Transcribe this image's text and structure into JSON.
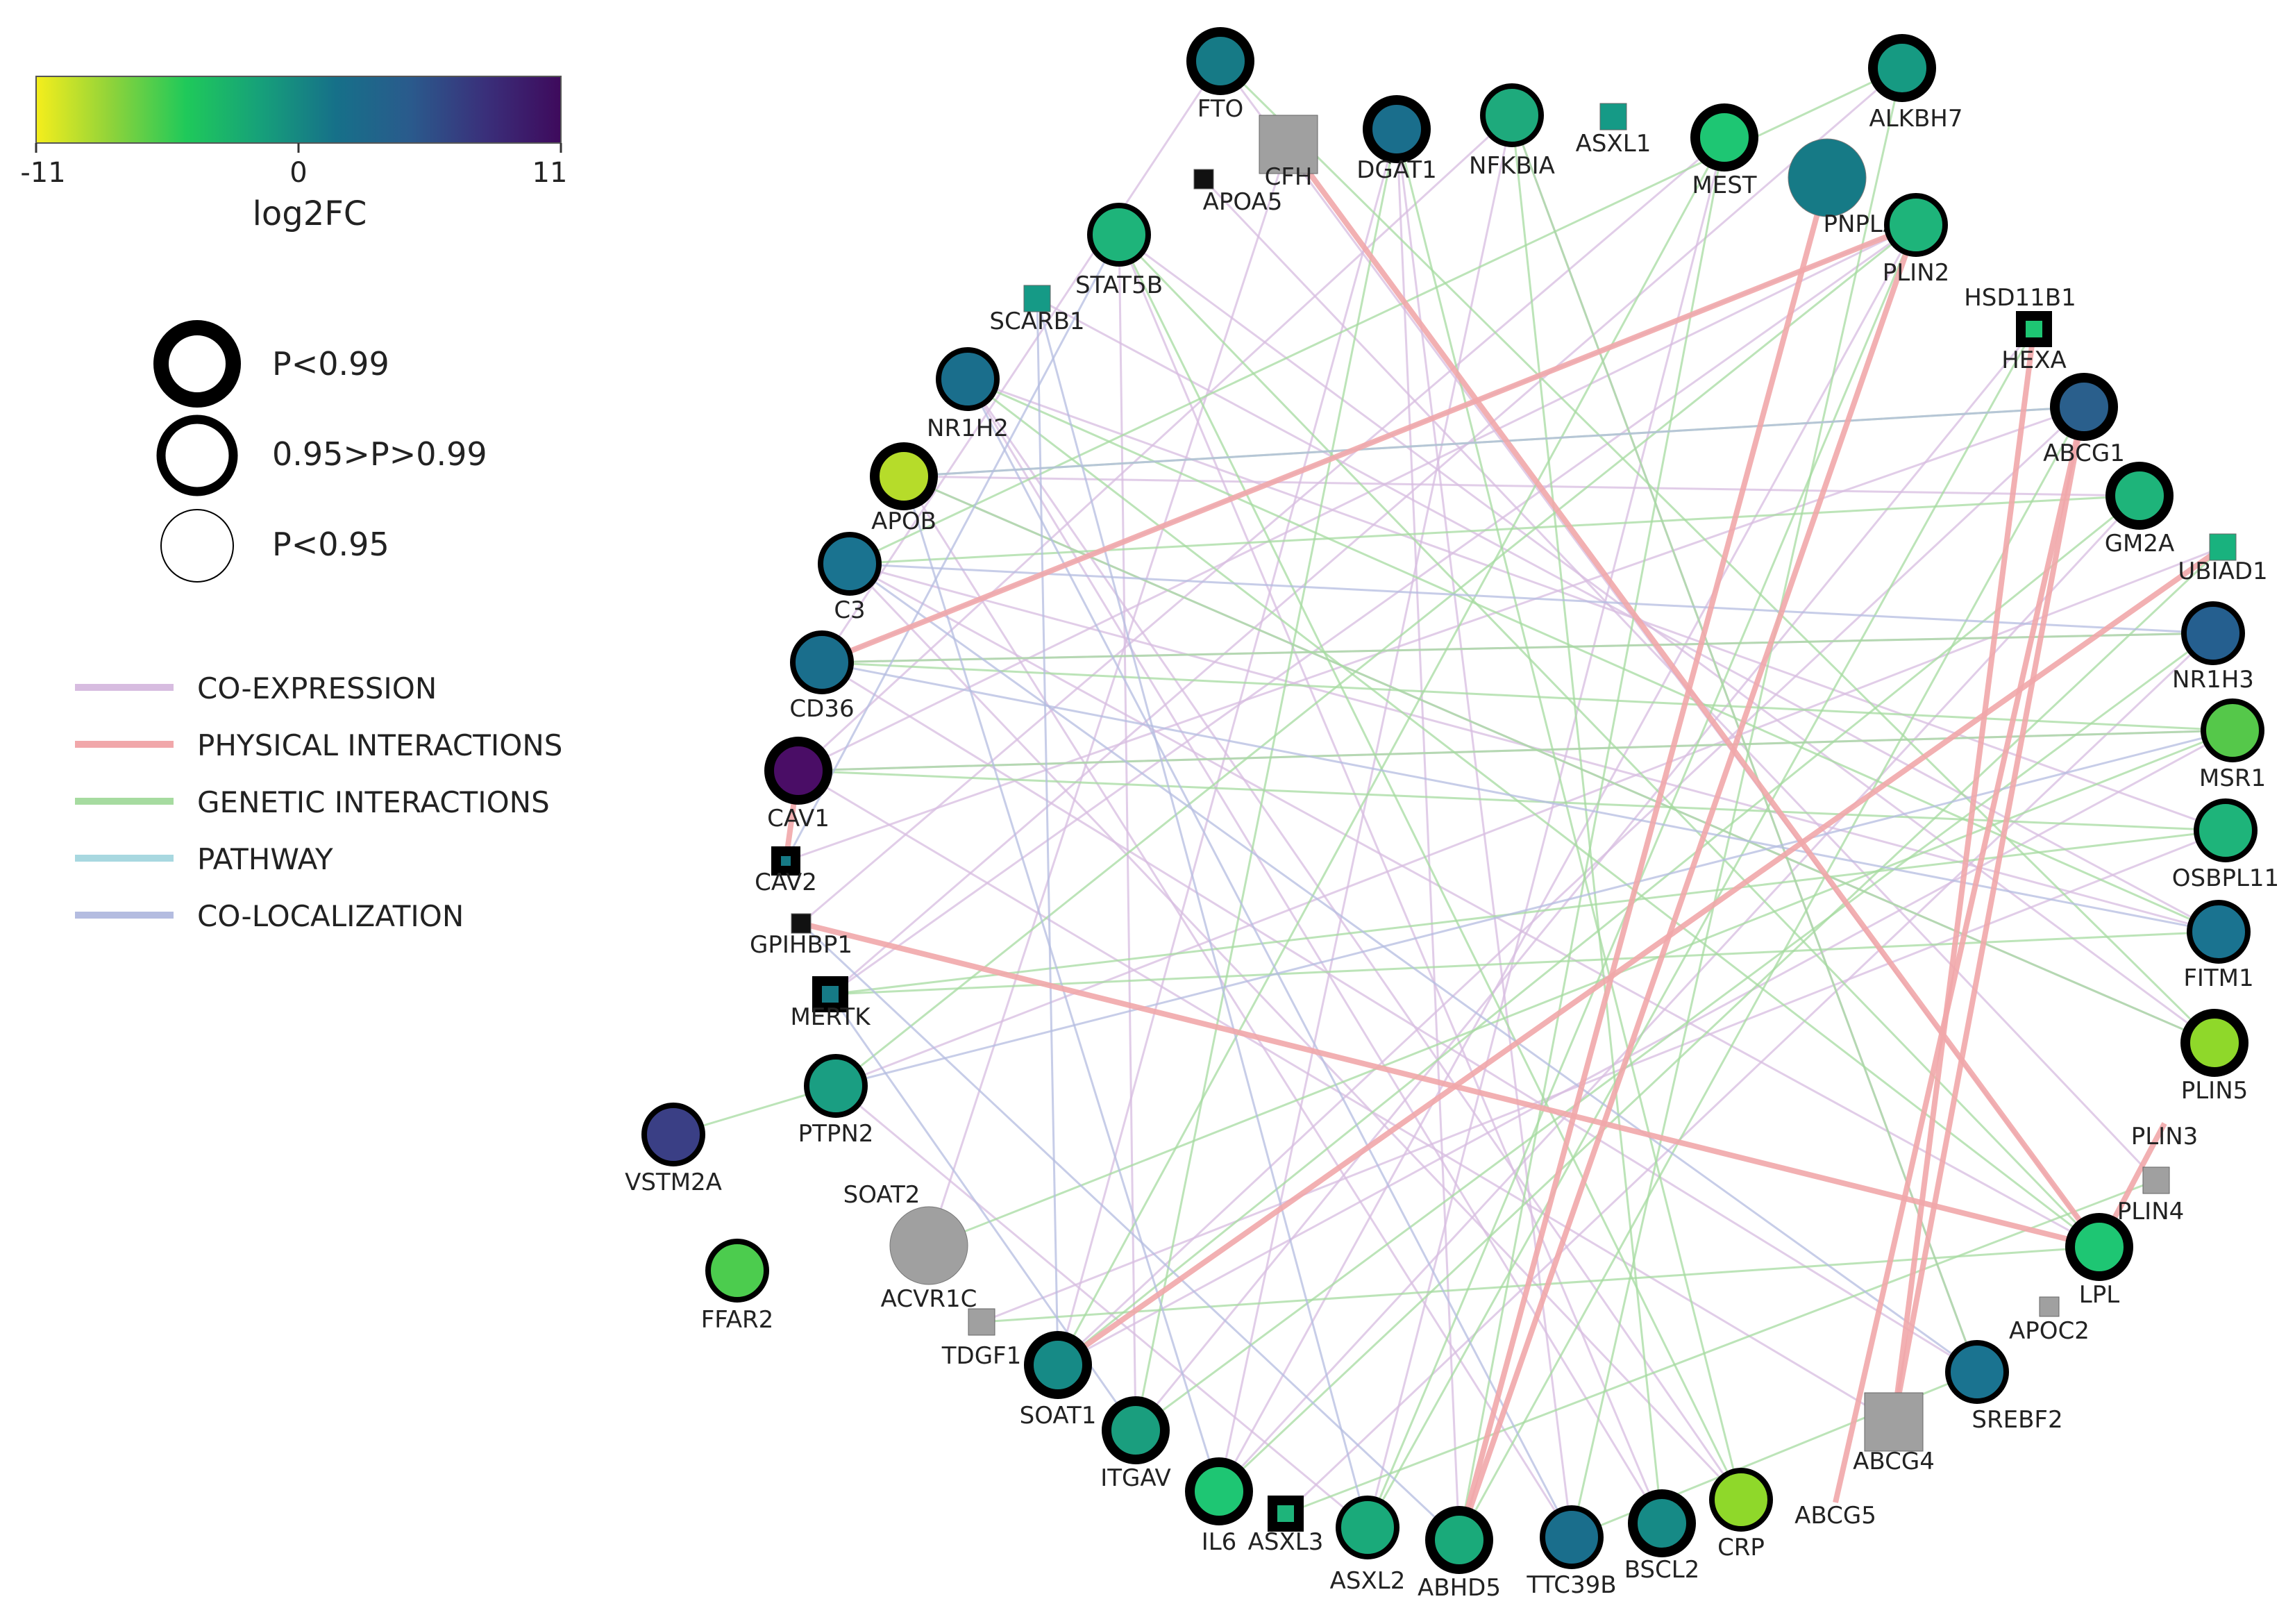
{
  "colorbar": {
    "min_label": "-11",
    "mid_label": "0",
    "max_label": "11",
    "title": "log2FC",
    "stops": [
      "#f5ee1c",
      "#8fd33a",
      "#1fc95a",
      "#16a07a",
      "#167089",
      "#2a5a8c",
      "#3a2f7a",
      "#3e0a5c"
    ]
  },
  "legend": {
    "significance": [
      {
        "label": "P<0.99",
        "weight": "thick"
      },
      {
        "label": "0.95>P>0.99",
        "weight": "medium"
      },
      {
        "label": "P<0.95",
        "weight": "thin"
      }
    ],
    "edges": [
      {
        "label": "CO-EXPRESSION",
        "color": "#d7bce0"
      },
      {
        "label": "PHYSICAL INTERACTIONS",
        "color": "#f1a7aa"
      },
      {
        "label": "GENETIC INTERACTIONS",
        "color": "#a6dba0"
      },
      {
        "label": "PATHWAY",
        "color": "#a8d8e0"
      },
      {
        "label": "CO-LOCALIZATION",
        "color": "#b4bce0"
      }
    ]
  },
  "nodes": [
    {
      "id": "FTO",
      "shape": "circle",
      "size": "medium",
      "ring": "thick",
      "fill": "#167a86"
    },
    {
      "id": "CFH",
      "shape": "square",
      "size": "medium",
      "ring": "none",
      "fill": "#a0a0a0"
    },
    {
      "id": "DGAT1",
      "shape": "circle",
      "size": "medium",
      "ring": "thick",
      "fill": "#1a6e8c"
    },
    {
      "id": "NFKBIA",
      "shape": "circle",
      "size": "medium",
      "ring": "medium",
      "fill": "#1eaa7c"
    },
    {
      "id": "ASXL1",
      "shape": "square",
      "size": "small",
      "ring": "none",
      "fill": "#159a86"
    },
    {
      "id": "MEST",
      "shape": "circle",
      "size": "medium",
      "ring": "thick",
      "fill": "#1ec673"
    },
    {
      "id": "PNPLA2",
      "shape": "circle",
      "size": "large",
      "ring": "none",
      "fill": "#167a86"
    },
    {
      "id": "ALKBH7",
      "shape": "circle",
      "size": "medium",
      "ring": "thick",
      "fill": "#169a82"
    },
    {
      "id": "APOA5",
      "shape": "square",
      "size": "tiny",
      "ring": "none",
      "fill": "#111111"
    },
    {
      "id": "STAT5B",
      "shape": "circle",
      "size": "medium",
      "ring": "medium",
      "fill": "#1eb47a"
    },
    {
      "id": "PLIN2",
      "shape": "circle",
      "size": "medium",
      "ring": "medium",
      "fill": "#1eb47a"
    },
    {
      "id": "SCARB1",
      "shape": "square",
      "size": "small",
      "ring": "none",
      "fill": "#159a86"
    },
    {
      "id": "HSD11B1",
      "shape": "square",
      "size": "small",
      "ring": "thick",
      "fill": "#1ec673"
    },
    {
      "id": "HEXA",
      "shape": "label",
      "size": "none",
      "ring": "none",
      "fill": "#ffffff"
    },
    {
      "id": "NR1H2",
      "shape": "circle",
      "size": "medium",
      "ring": "medium",
      "fill": "#1a6e8c"
    },
    {
      "id": "ABCG1",
      "shape": "circle",
      "size": "medium",
      "ring": "thick",
      "fill": "#2a5f8c"
    },
    {
      "id": "APOB",
      "shape": "circle",
      "size": "medium",
      "ring": "thick",
      "fill": "#b6dc2a"
    },
    {
      "id": "GM2A",
      "shape": "circle",
      "size": "medium",
      "ring": "thick",
      "fill": "#1eb47a"
    },
    {
      "id": "UBIAD1",
      "shape": "square",
      "size": "small",
      "ring": "none",
      "fill": "#19b27e"
    },
    {
      "id": "C3",
      "shape": "circle",
      "size": "medium",
      "ring": "medium",
      "fill": "#1a7390"
    },
    {
      "id": "NR1H3",
      "shape": "circle",
      "size": "medium",
      "ring": "medium",
      "fill": "#255f8f"
    },
    {
      "id": "CD36",
      "shape": "circle",
      "size": "medium",
      "ring": "medium",
      "fill": "#1a6e8c"
    },
    {
      "id": "MSR1",
      "shape": "circle",
      "size": "medium",
      "ring": "medium",
      "fill": "#55c84a"
    },
    {
      "id": "CAV1",
      "shape": "circle",
      "size": "medium",
      "ring": "thick",
      "fill": "#4a0d66"
    },
    {
      "id": "OSBPL11",
      "shape": "circle",
      "size": "medium",
      "ring": "medium",
      "fill": "#1eb47a"
    },
    {
      "id": "CAV2",
      "shape": "square",
      "size": "tiny",
      "ring": "thick",
      "fill": "#167a86"
    },
    {
      "id": "FITM1",
      "shape": "circle",
      "size": "medium",
      "ring": "medium",
      "fill": "#1a7390"
    },
    {
      "id": "GPIHBP1",
      "shape": "square",
      "size": "tiny",
      "ring": "none",
      "fill": "#111111"
    },
    {
      "id": "MERTK",
      "shape": "square",
      "size": "small",
      "ring": "thick",
      "fill": "#167a86"
    },
    {
      "id": "PLIN5",
      "shape": "circle",
      "size": "medium",
      "ring": "thick",
      "fill": "#8fd82a"
    },
    {
      "id": "PTPN2",
      "shape": "circle",
      "size": "medium",
      "ring": "medium",
      "fill": "#1a9e82"
    },
    {
      "id": "VSTM2A",
      "shape": "circle",
      "size": "medium",
      "ring": "medium",
      "fill": "#3a3f85"
    },
    {
      "id": "PLIN3",
      "shape": "label",
      "size": "none",
      "ring": "none",
      "fill": "#ffffff"
    },
    {
      "id": "PLIN4",
      "shape": "square",
      "size": "small",
      "ring": "none",
      "fill": "#a0a0a0"
    },
    {
      "id": "SOAT2",
      "shape": "label",
      "size": "none",
      "ring": "none",
      "fill": "#ffffff"
    },
    {
      "id": "ACVR1C",
      "shape": "circle",
      "size": "large",
      "ring": "none",
      "fill": "#a0a0a0"
    },
    {
      "id": "LPL",
      "shape": "circle",
      "size": "medium",
      "ring": "thick",
      "fill": "#1ec673"
    },
    {
      "id": "FFAR2",
      "shape": "circle",
      "size": "medium",
      "ring": "medium",
      "fill": "#4ccc4e"
    },
    {
      "id": "TDGF1",
      "shape": "square",
      "size": "small",
      "ring": "none",
      "fill": "#a0a0a0"
    },
    {
      "id": "APOC2",
      "shape": "square",
      "size": "tiny",
      "ring": "none",
      "fill": "#a0a0a0"
    },
    {
      "id": "SOAT1",
      "shape": "circle",
      "size": "medium",
      "ring": "thick",
      "fill": "#168a86"
    },
    {
      "id": "SREBF2",
      "shape": "circle",
      "size": "medium",
      "ring": "medium",
      "fill": "#1a7390"
    },
    {
      "id": "ITGAV",
      "shape": "circle",
      "size": "medium",
      "ring": "thick",
      "fill": "#1a9e7e"
    },
    {
      "id": "ABCG4",
      "shape": "square",
      "size": "medium",
      "ring": "none",
      "fill": "#a0a0a0"
    },
    {
      "id": "IL6",
      "shape": "circle",
      "size": "medium",
      "ring": "thick",
      "fill": "#1ec673"
    },
    {
      "id": "ASXL3",
      "shape": "square",
      "size": "small",
      "ring": "thick",
      "fill": "#1eb47a"
    },
    {
      "id": "ASXL2",
      "shape": "circle",
      "size": "medium",
      "ring": "medium",
      "fill": "#1aaa7a"
    },
    {
      "id": "ABHD5",
      "shape": "circle",
      "size": "medium",
      "ring": "thick",
      "fill": "#1aaa7a"
    },
    {
      "id": "TTC39B",
      "shape": "circle",
      "size": "medium",
      "ring": "medium",
      "fill": "#1a6e8c"
    },
    {
      "id": "BSCL2",
      "shape": "circle",
      "size": "medium",
      "ring": "thick",
      "fill": "#168a86"
    },
    {
      "id": "CRP",
      "shape": "circle",
      "size": "medium",
      "ring": "medium",
      "fill": "#8fd82a"
    },
    {
      "id": "ABCG5",
      "shape": "label",
      "size": "none",
      "ring": "none",
      "fill": "#ffffff"
    }
  ]
}
